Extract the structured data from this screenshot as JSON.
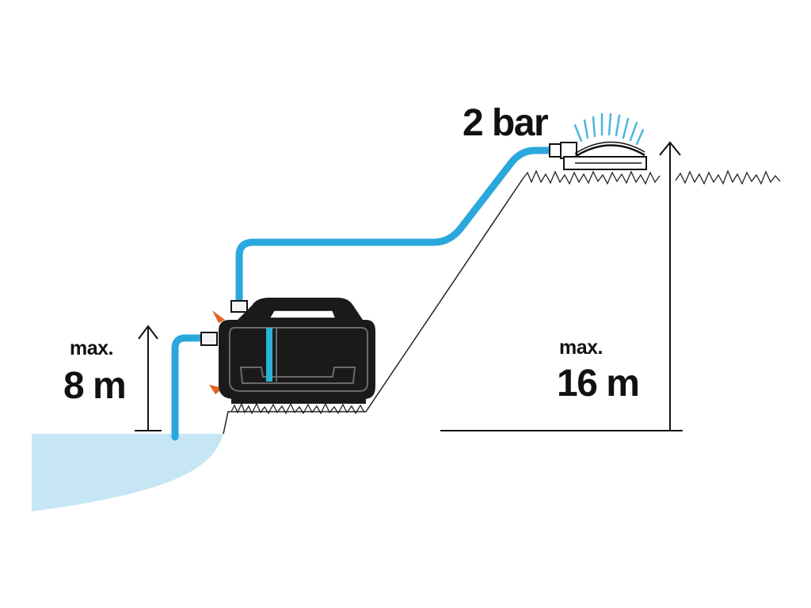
{
  "labels": {
    "suction_max": "max.",
    "suction_value": "8 m",
    "head_max": "max.",
    "head_value": "16 m",
    "pressure": "2 bar"
  },
  "colors": {
    "water": "#c6e6f6",
    "hose": "#2aa7dc",
    "pump_body": "#1a1a1a",
    "pump_accent": "#29b3d6",
    "valve": "#e8602a",
    "spray": "#4ab6de",
    "line": "#111111"
  },
  "icons": {
    "pump": "garden-pump-icon",
    "sprinkler": "sprinkler-icon",
    "water": "water-surface"
  }
}
